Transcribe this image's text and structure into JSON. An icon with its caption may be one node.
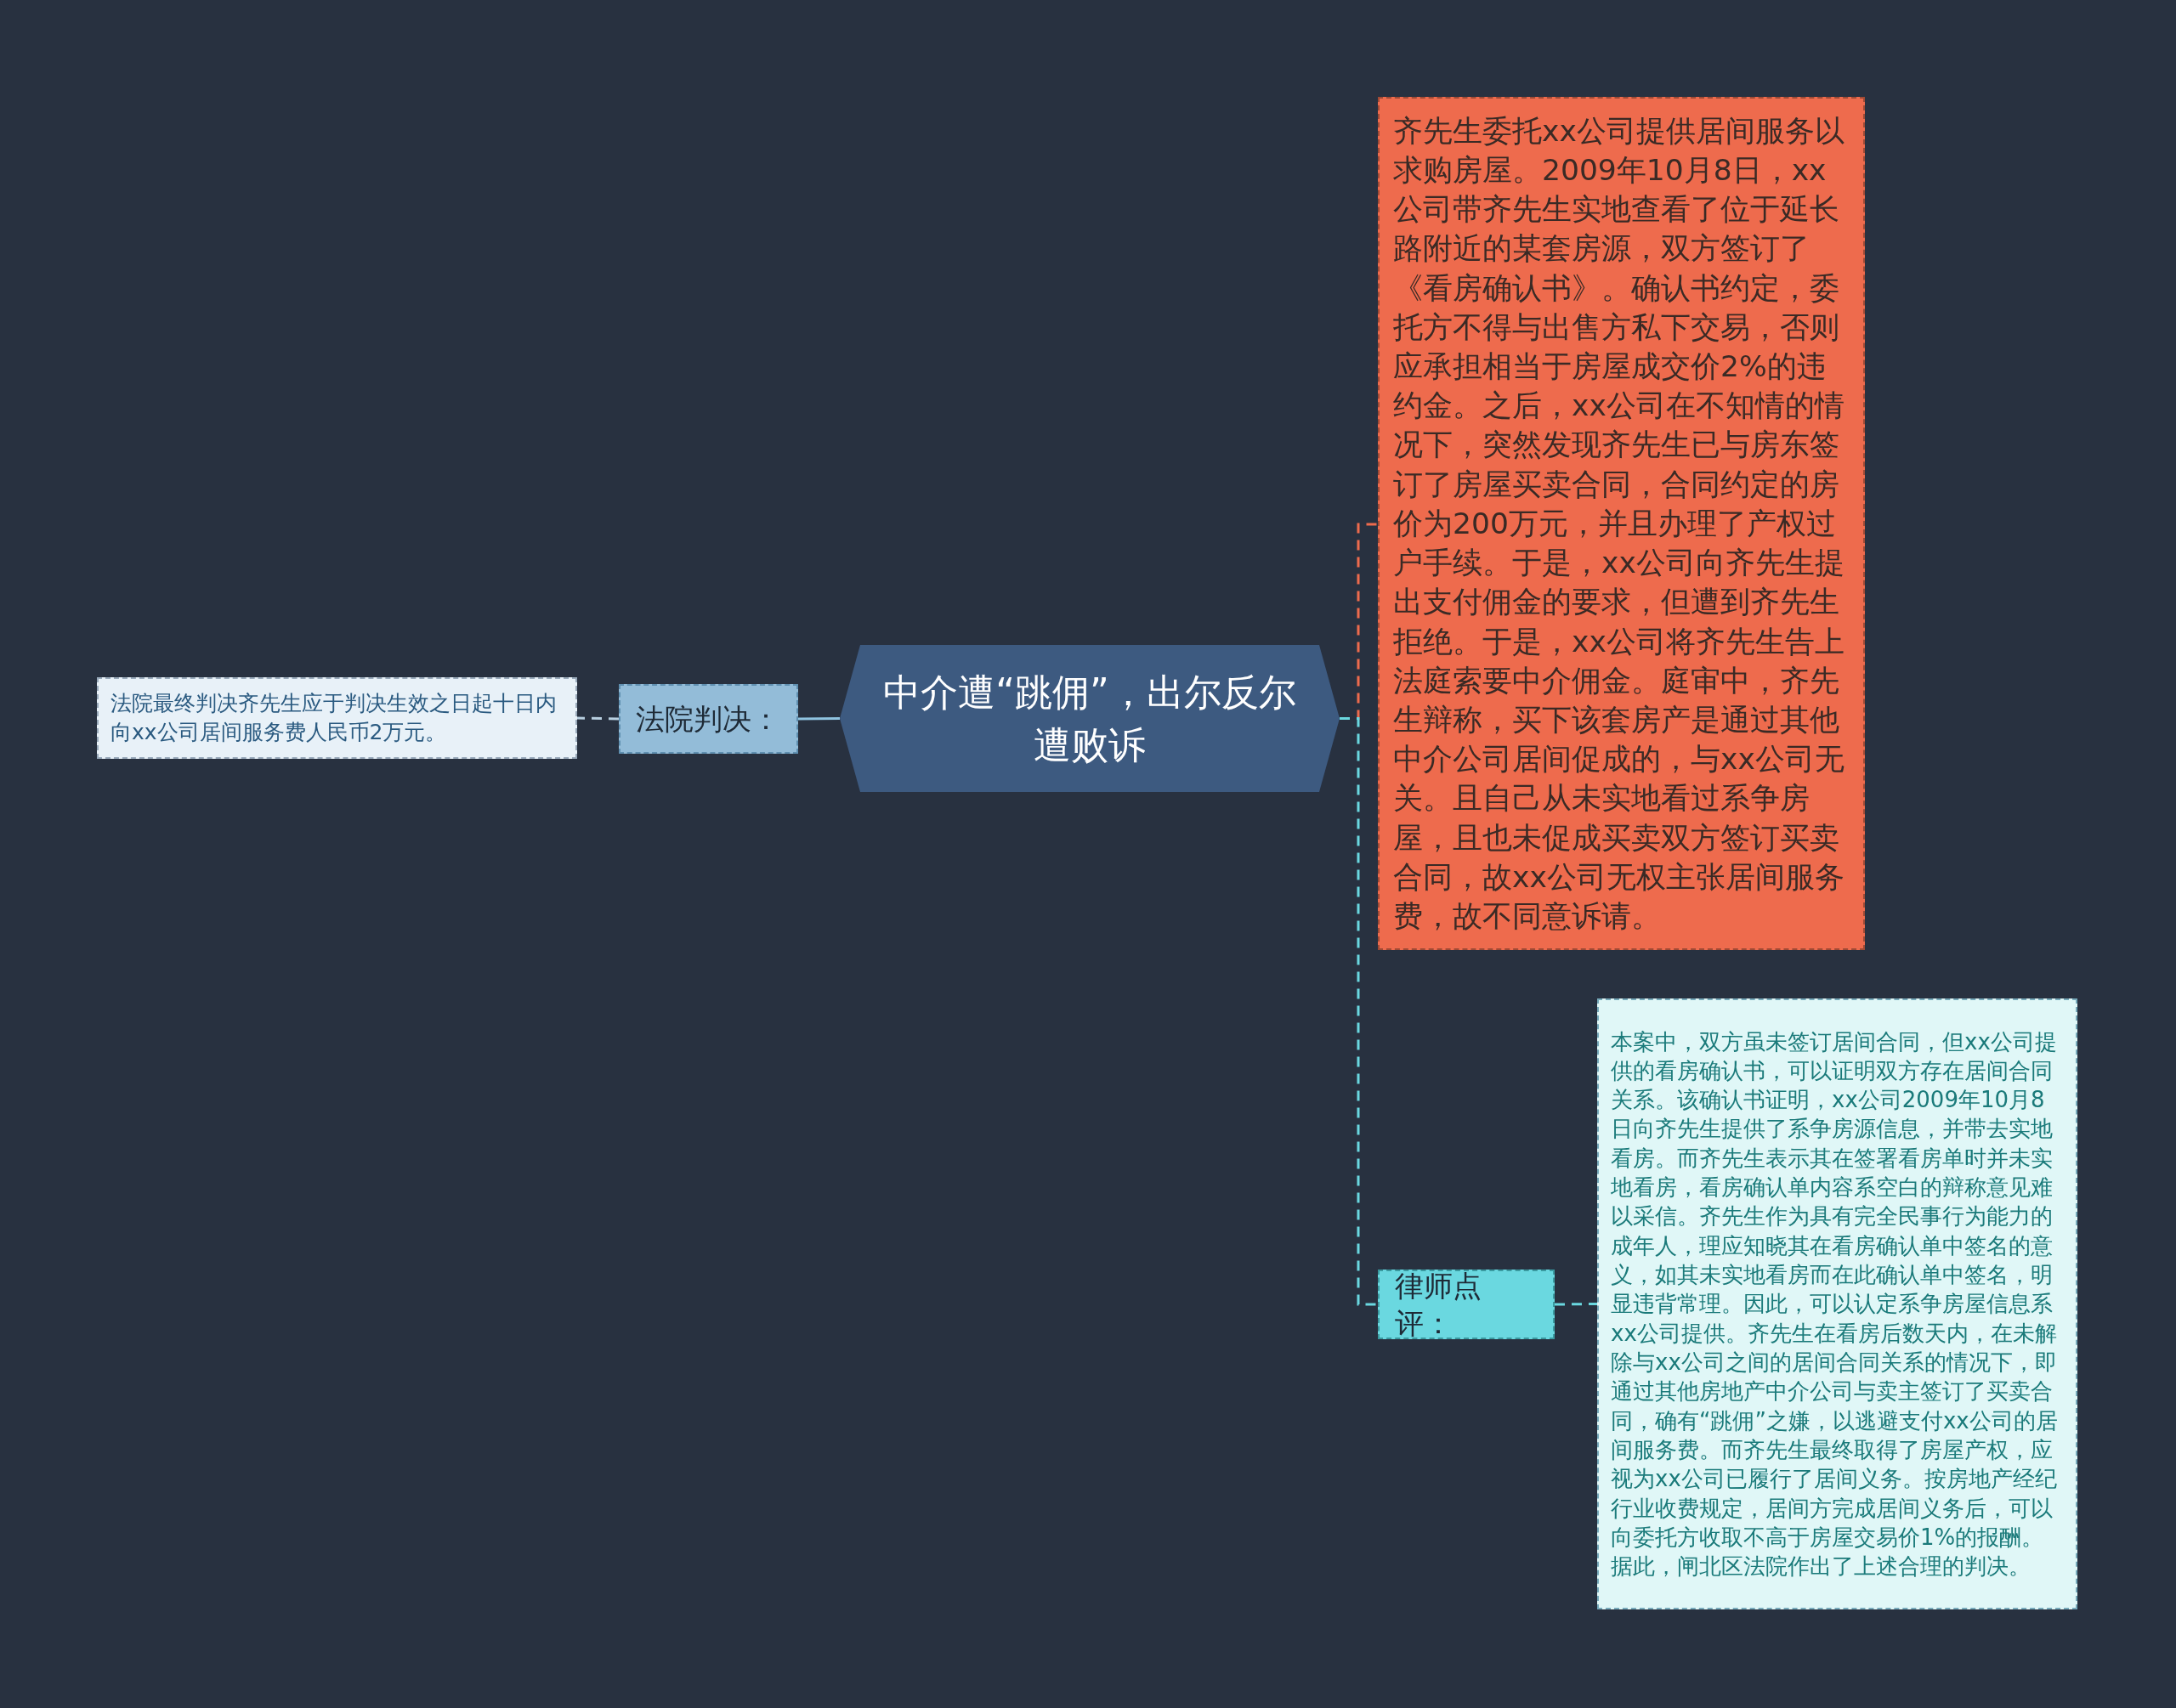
{
  "diagram": {
    "nodes": [
      {
        "text": [
          "中介遭“跳佣”，出尔反尔遭败诉"
        ]
      },
      {
        "text": [
          "法院判决："
        ]
      },
      {
        "text": [
          "法院最终判决齐先生应于判决生效之日起十日内向xx公司居间服务费人民币2万元。"
        ]
      },
      {
        "text": [
          "齐先生委托xx公司提供居间服务以求购房屋。2009年10月8日，xx公司带齐先生实地查看了位于延长路附近的某套房源，双方签订了《看房确认书》。确认书约定，委托方不得与出售方私下交易，否则应承担相当于房屋成交价2%的违约金。之后，xx公司在不知情的情况下，突然发现齐先生已与房东签订了房屋买卖合同，合同约定的房价为200万元，并且办理了产权过户手续。于是，xx公司向齐先生提出支付佣金的要求，但遭到齐先生拒绝。于是，xx公司将齐先生告上法庭索要中介佣金。庭审中，齐先生辩称，买下该套房产是通过其他中介公司居间促成的，与xx公司无关。且自己从未实地看过系争房屋，且也未促成买卖双方签订买卖合同，故xx公司无权主张居间服务费，故不同意诉请。"
        ]
      },
      {
        "text": [
          "律师点评："
        ]
      },
      {
        "text": [
          "本案中，双方虽未签订居间合同，但xx公司提供的看房确认书，可以证明双方存在居间合同关系。该确认书证明，xx公司2009年10月8日向齐先生提供了系争房源信息，并带去实地看房。而齐先生表示其在签署看房单时并未实地看房，看房确认单内容系空白的辩称意见难以采信。齐先生作为具有完全民事行为能力的成年人，理应知晓其在看房确认单中签名的意义，如其未实地看房而在此确认单中签名，明显违背常理。因此，可以认定系争房屋信息系xx公司提供。齐先生在看房后数天内，在未解除与xx公司之间的居间合同关系的情况下，即通过其他房地产中介公司与卖主签订了买卖合同，确有“跳佣”之嫌，以逃避支付xx公司的居间服务费。而齐先生最终取得了房屋产权，应视为xx公司已履行了居间义务。按房地产经纪行业收费规定，居间方完成居间义务后，可以向委托方收取不高于房屋交易价1%的报酬。据此，闸北区法院作出了上述合理的判决。"
        ]
      }
    ],
    "edges": [
      {
        "from": 0,
        "to": 1,
        "arrow": "none",
        "color": "#8fc3e0"
      },
      {
        "from": 1,
        "to": 2,
        "arrow": "none",
        "style": "dashed",
        "color": "#b8cfe0"
      },
      {
        "from": 0,
        "to": 3,
        "arrow": "none",
        "style": "dashed",
        "color": "#ee6b4d"
      },
      {
        "from": 0,
        "to": 4,
        "arrow": "none",
        "style": "dashed",
        "color": "#6ad8e0"
      },
      {
        "from": 4,
        "to": 5,
        "arrow": "none",
        "style": "dashed",
        "color": "#6ad8e0"
      }
    ]
  }
}
